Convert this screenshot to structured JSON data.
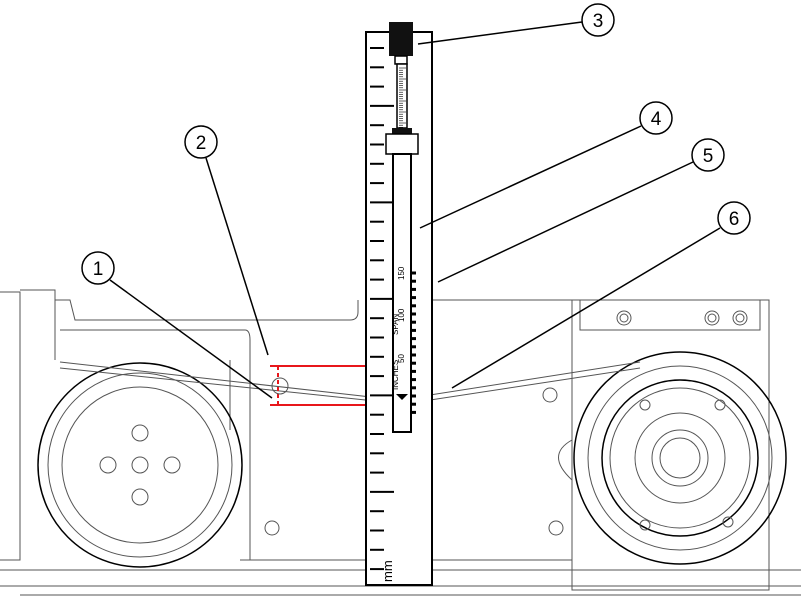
{
  "callouts": [
    {
      "label": "1"
    },
    {
      "label": "2"
    },
    {
      "label": "3"
    },
    {
      "label": "4"
    },
    {
      "label": "5"
    },
    {
      "label": "6"
    }
  ],
  "gauge": {
    "scale_150": "150",
    "scale_100": "100",
    "scale_50": "50",
    "span_label": "SPAN",
    "inches_label": "INCHES"
  },
  "ruler": {
    "unit_label": "mm"
  },
  "colors": {
    "measure_red": "#e8161b"
  }
}
